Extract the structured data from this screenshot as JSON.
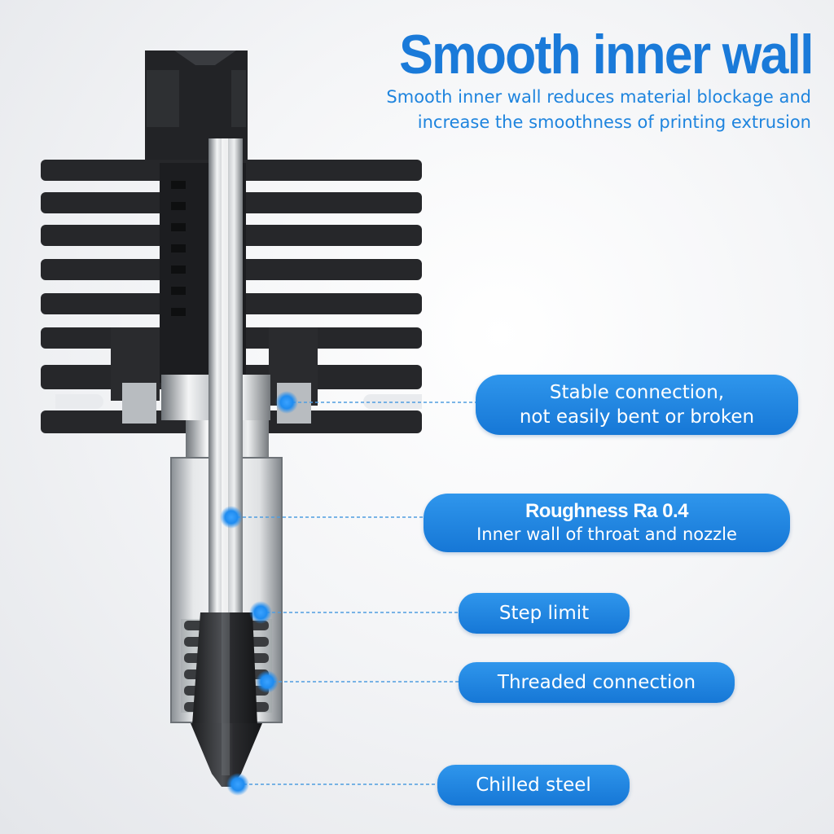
{
  "header": {
    "title": "Smooth inner wall",
    "subtitle_line1": "Smooth inner wall reduces material blockage and",
    "subtitle_line2": "increase the smoothness of printing extrusion"
  },
  "callouts": [
    {
      "line1": "Stable connection,",
      "line2": "not easily bent or broken"
    },
    {
      "line1": "Roughness Ra 0.4",
      "line2": "Inner wall of throat and nozzle"
    },
    {
      "line1": "Step limit"
    },
    {
      "line1": "Threaded connection"
    },
    {
      "line1": "Chilled steel"
    }
  ],
  "colors": {
    "accent": "#1a7ad9",
    "pill": "#1e7fdc",
    "marker": "#1f8cf0",
    "heatsink": "#26272a"
  }
}
